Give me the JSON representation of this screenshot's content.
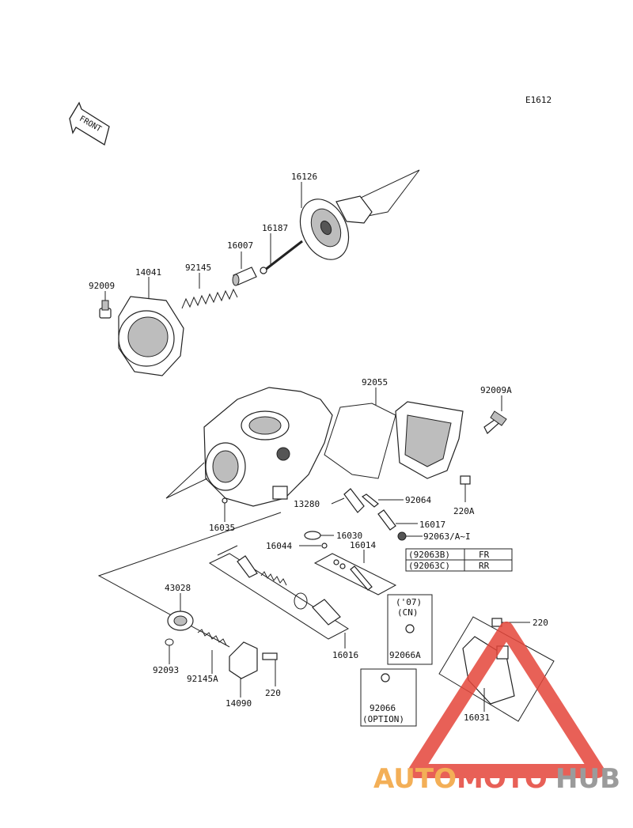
{
  "diagram": {
    "code": "E1612",
    "front_label": "FRONT",
    "part_labels": [
      {
        "key": "16126",
        "text": "16126"
      },
      {
        "key": "16187",
        "text": "16187"
      },
      {
        "key": "16007",
        "text": "16007"
      },
      {
        "key": "92145",
        "text": "92145"
      },
      {
        "key": "14041",
        "text": "14041"
      },
      {
        "key": "92009",
        "text": "92009"
      },
      {
        "key": "92055",
        "text": "92055"
      },
      {
        "key": "92009A",
        "text": "92009A"
      },
      {
        "key": "92064",
        "text": "92064"
      },
      {
        "key": "13280",
        "text": "13280"
      },
      {
        "key": "220A",
        "text": "220A"
      },
      {
        "key": "16017",
        "text": "16017"
      },
      {
        "key": "16035",
        "text": "16035"
      },
      {
        "key": "16030",
        "text": "16030"
      },
      {
        "key": "92063",
        "text": "92063/A~I"
      },
      {
        "key": "16044",
        "text": "16044"
      },
      {
        "key": "16014",
        "text": "16014"
      },
      {
        "key": "43028",
        "text": "43028"
      },
      {
        "key": "92093",
        "text": "92093"
      },
      {
        "key": "92145A",
        "text": "92145A"
      },
      {
        "key": "14090",
        "text": "14090"
      },
      {
        "key": "220b",
        "text": "220"
      },
      {
        "key": "16016",
        "text": "16016"
      },
      {
        "key": "92066A",
        "text": "92066A"
      },
      {
        "key": "220c",
        "text": "220"
      },
      {
        "key": "16031",
        "text": "16031"
      },
      {
        "key": "92066",
        "text": "92066"
      }
    ],
    "variant_table": [
      {
        "code": "(92063B)",
        "position": "FR"
      },
      {
        "code": "(92063C)",
        "position": "RR"
      }
    ],
    "box_cn": {
      "line1": "('07)",
      "line2": "(CN)"
    },
    "box_option": {
      "note": "(OPTION)"
    }
  },
  "watermark": {
    "text_part1": "AUTO",
    "text_part2": "MOTO",
    "text_part3": "HUB",
    "color_orange": "#f2a23a",
    "color_red": "#e4453a",
    "color_gray": "#8a8a8a"
  }
}
